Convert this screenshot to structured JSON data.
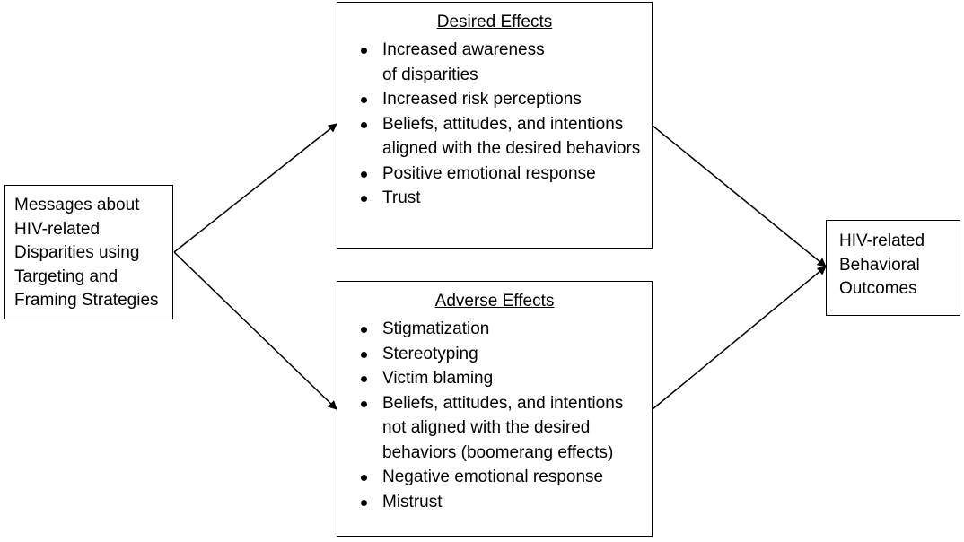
{
  "source": {
    "lines": [
      "Messages about",
      "HIV-related",
      "Disparities using",
      "Targeting and",
      "Framing Strategies"
    ]
  },
  "desired": {
    "title": "Desired Effects",
    "items": [
      "Increased awareness\nof disparities",
      "Increased risk perceptions",
      "Beliefs, attitudes, and intentions aligned with the desired behaviors",
      "Positive emotional response",
      "Trust"
    ]
  },
  "adverse": {
    "title": "Adverse Effects",
    "items": [
      "Stigmatization",
      "Stereotyping",
      "Victim blaming",
      "Beliefs, attitudes, and intentions not aligned with the desired behaviors (boomerang effects)",
      "Negative emotional response",
      "Mistrust"
    ]
  },
  "outcome": {
    "lines": [
      "HIV-related",
      "Behavioral",
      "Outcomes"
    ]
  }
}
